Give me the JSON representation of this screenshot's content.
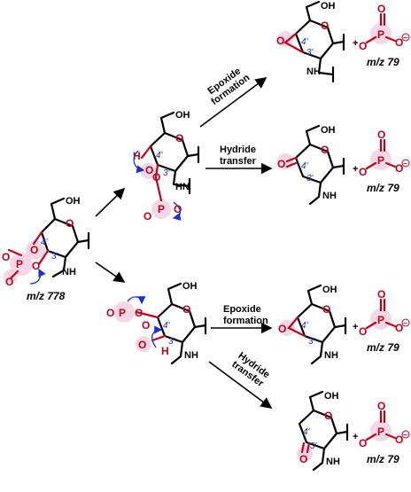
{
  "atoms": {
    "oh": "OH",
    "nh": "NH",
    "hn": "HN",
    "o": "O",
    "p": "P",
    "h": "H",
    "c3": "3'",
    "c4": "4'",
    "minus": "−"
  },
  "labels": {
    "start_mz": "m/z 778",
    "product_mz": "m/z 79",
    "plus": "+",
    "epoxide_line1": "Epoxide",
    "epoxide_line2": "formation",
    "hydride_line1": "Hydride",
    "hydride_line2": "transfer"
  },
  "colors": {
    "bond": "#000000",
    "oxygen": "#c4001b",
    "highlight": "#f3c9dc",
    "mechanism_arrow": "#1f2fc8"
  }
}
